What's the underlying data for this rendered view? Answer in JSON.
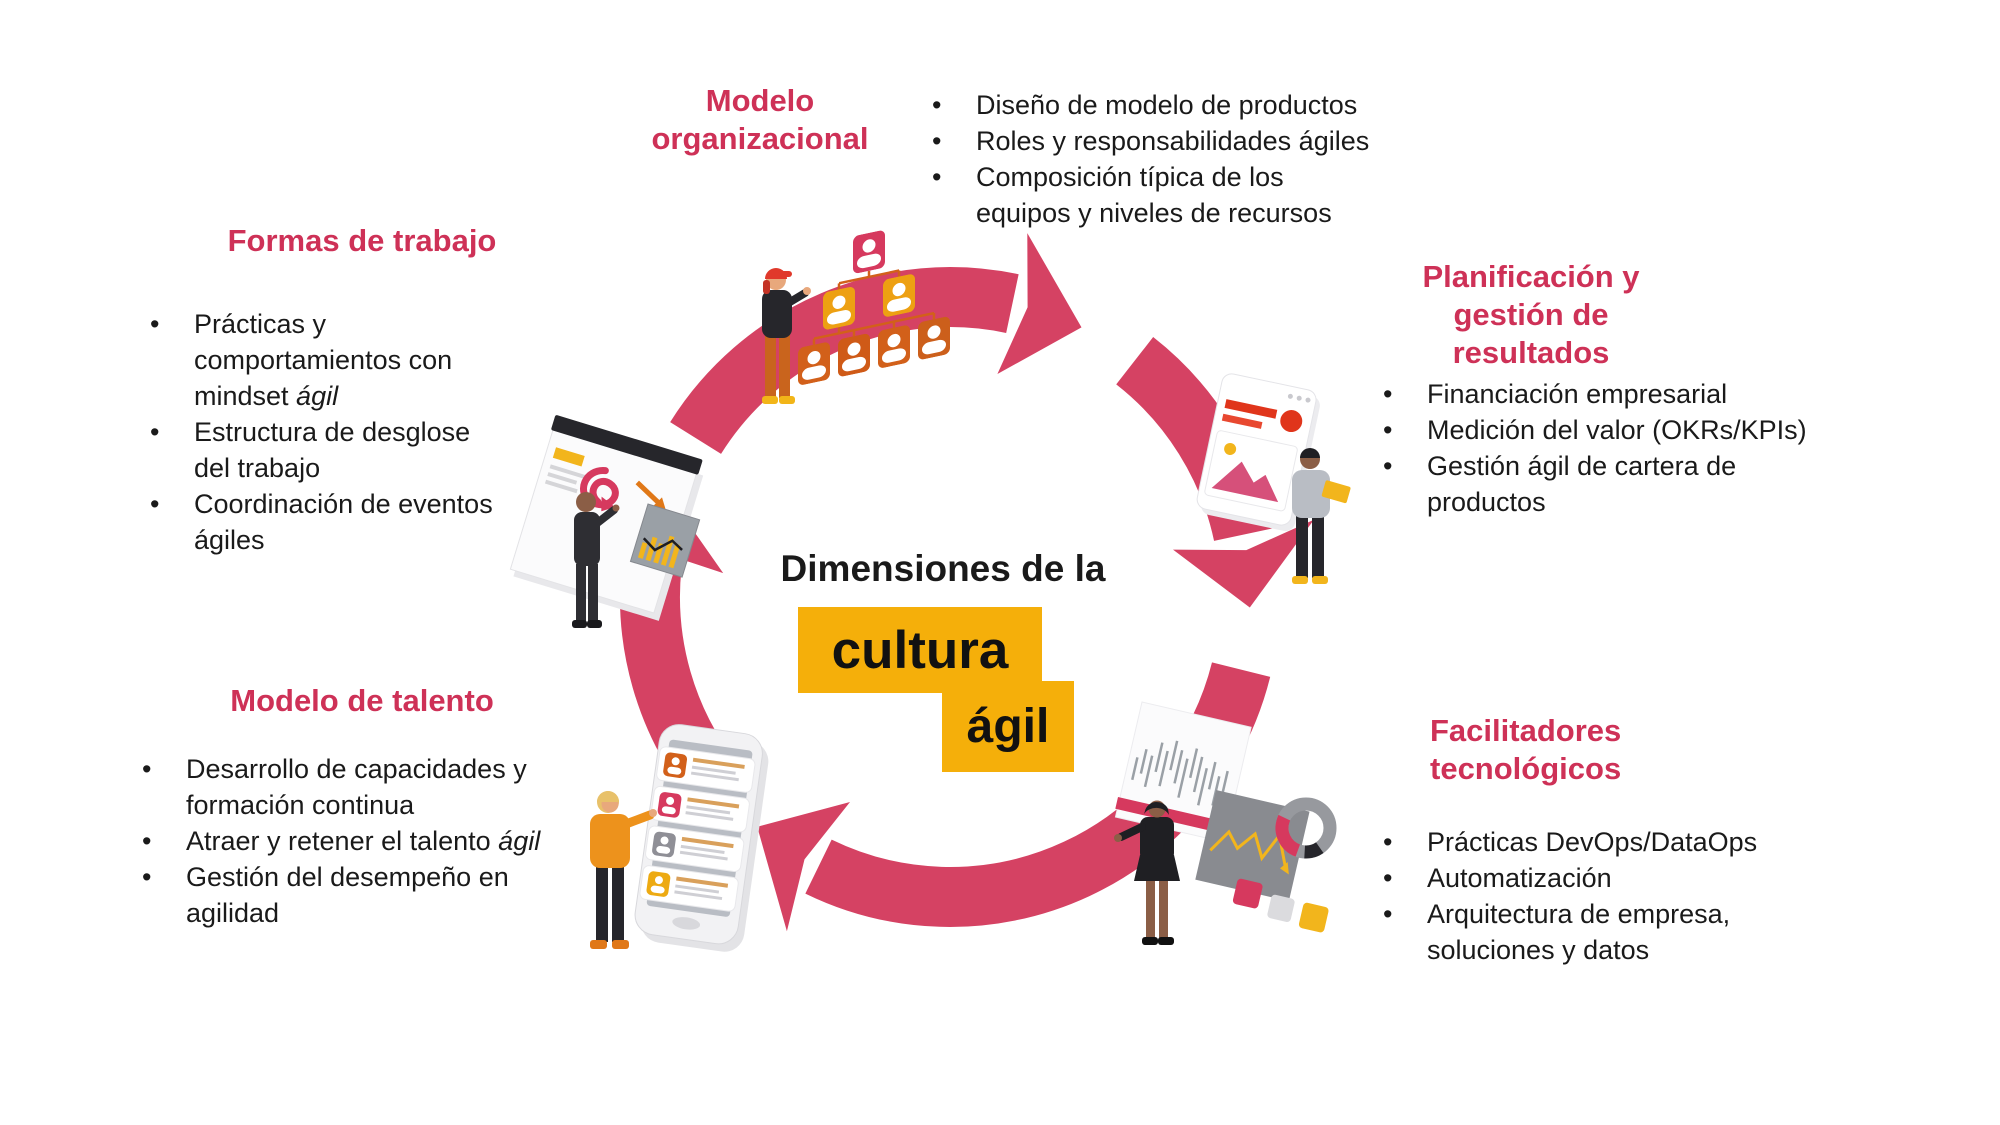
{
  "colors": {
    "accent": "#CE3157",
    "ring": "#D54263",
    "highlight": "#F5AF0A",
    "text": "#1A1A1A"
  },
  "center": {
    "intro": "Dimensiones de la",
    "highlight_line1": "cultura",
    "highlight_line2": "ágil"
  },
  "sections": {
    "organizational": {
      "title_lines": [
        "Modelo",
        "organizacional"
      ],
      "bullets": [
        [
          {
            "t": "Diseño de modelo de productos"
          }
        ],
        [
          {
            "t": "Roles y responsabilidades ágiles"
          }
        ],
        [
          {
            "t": "Composición típica de los",
            "br": true
          },
          {
            "t": "equipos y niveles de recursos"
          }
        ]
      ]
    },
    "ways_of_working": {
      "title_lines": [
        "Formas de trabajo"
      ],
      "bullets": [
        [
          {
            "t": "Prácticas y",
            "br": true
          },
          {
            "t": "comportamientos con",
            "br": true
          },
          {
            "t": "mindset "
          },
          {
            "t": "ágil",
            "i": true
          }
        ],
        [
          {
            "t": "Estructura de desglose",
            "br": true
          },
          {
            "t": "del trabajo"
          }
        ],
        [
          {
            "t": "Coordinación de eventos",
            "br": true
          },
          {
            "t": "ágiles"
          }
        ]
      ]
    },
    "planning": {
      "title_lines": [
        "Planificación y",
        "gestión de resultados"
      ],
      "bullets": [
        [
          {
            "t": "Financiación empresarial"
          }
        ],
        [
          {
            "t": "Medición del valor (OKRs/KPIs)"
          }
        ],
        [
          {
            "t": "Gestión ágil de cartera de",
            "br": true
          },
          {
            "t": "productos"
          }
        ]
      ]
    },
    "talent": {
      "title_lines": [
        "Modelo de talento"
      ],
      "bullets": [
        [
          {
            "t": "Desarrollo de capacidades y",
            "br": true
          },
          {
            "t": "formación continua"
          }
        ],
        [
          {
            "t": "Atraer y retener el talento "
          },
          {
            "t": "ágil",
            "i": true
          }
        ],
        [
          {
            "t": "Gestión del desempeño en",
            "br": true
          },
          {
            "t": "agilidad"
          }
        ]
      ]
    },
    "tech_enablers": {
      "title_lines": [
        "Facilitadores",
        "tecnológicos"
      ],
      "bullets": [
        [
          {
            "t": "Prácticas DevOps/DataOps"
          }
        ],
        [
          {
            "t": "Automatización"
          }
        ],
        [
          {
            "t": "Arquitectura de empresa,",
            "br": true
          },
          {
            "t": "soluciones y datos"
          }
        ]
      ]
    }
  },
  "icons": {
    "cycle": "circular-arrows-icon",
    "org_chart": "org-chart-icon",
    "whiteboard": "whiteboard-icon",
    "browser": "browser-window-icon",
    "phone": "smartphone-icon",
    "dashboard": "dashboard-charts-icon"
  }
}
